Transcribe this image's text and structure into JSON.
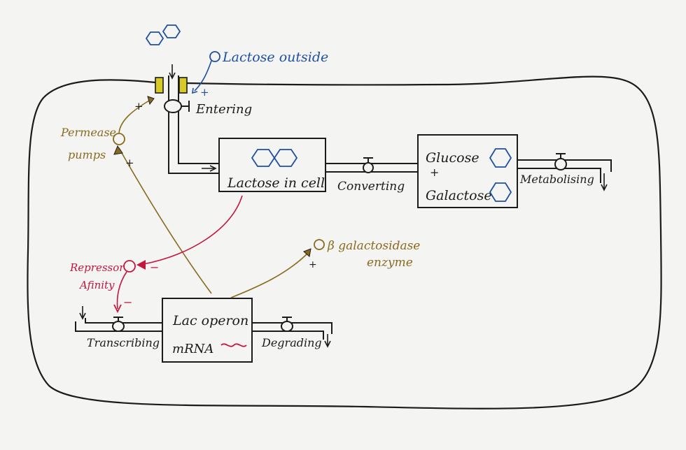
{
  "colors": {
    "ink": "#1b1b1b",
    "blue": "#1f4fa0",
    "red": "#c4163f",
    "brown": "#8a6a1e",
    "yellow": "#d6c928",
    "paper": "#f4f4f2"
  },
  "labels": {
    "lactose_outside": "Lactose outside",
    "entering": "Entering",
    "permease_line1": "Permease",
    "permease_line2": "pumps",
    "lactose_in_cell": "Lactose in cell",
    "converting": "Converting",
    "glucose": "Glucose",
    "plus_sign": "+",
    "galactose": "Galactose",
    "metabolising": "Metabolising",
    "repressor_line1": "Repressor",
    "repressor_line2": "Afinity",
    "beta_line1": "β galactosidase",
    "beta_line2": "enzyme",
    "lac_operon": "Lac operon",
    "mrna": "mRNA",
    "transcribing": "Transcribing",
    "degrading": "Degrading",
    "sign_plus_blue": "+",
    "sign_plus_permease_top": "+",
    "sign_plus_permease_bottom": "+",
    "sign_minus_repressor": "−",
    "sign_minus_transcribing": "−",
    "sign_plus_beta": "+"
  },
  "icons": {
    "outside": "double-hexagon-icon",
    "in_cell": "double-hexagon-icon",
    "glucose": "hexagon-icon",
    "galactose": "hexagon-icon"
  }
}
